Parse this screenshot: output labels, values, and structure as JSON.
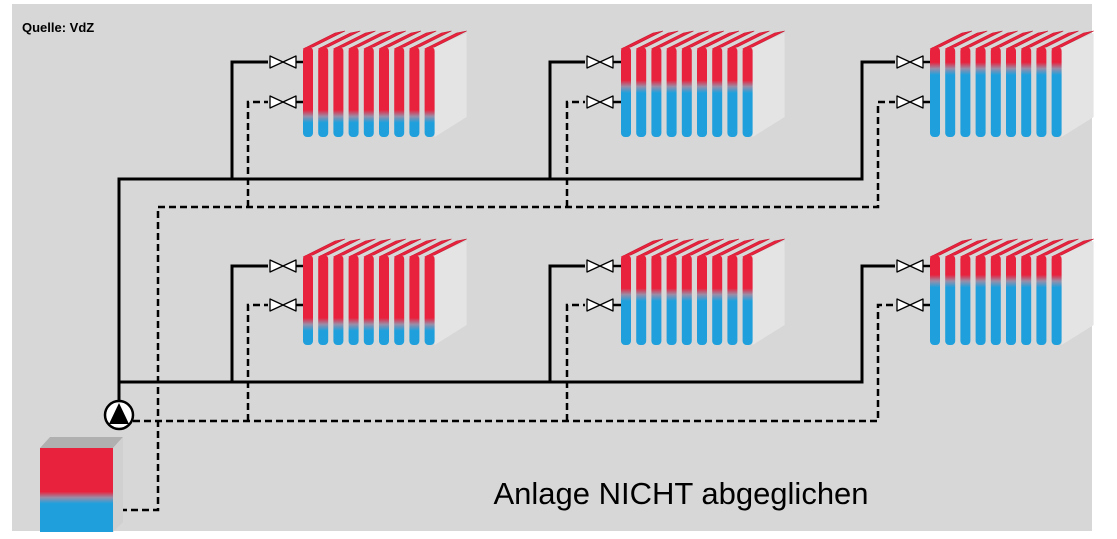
{
  "source_label": "Quelle: VdZ",
  "caption": "Anlage NICHT abgeglichen",
  "colors": {
    "background": "#d7d7d7",
    "hot": "#e8223d",
    "cold": "#1fa0dc",
    "pipe": "#000000",
    "radiator_side": "#e4e4e4"
  },
  "radiators": [
    {
      "id": "upper-left",
      "hot_fraction": 0.78
    },
    {
      "id": "upper-middle",
      "hot_fraction": 0.45
    },
    {
      "id": "upper-right",
      "hot_fraction": 0.25
    },
    {
      "id": "lower-left",
      "hot_fraction": 0.78
    },
    {
      "id": "lower-middle",
      "hot_fraction": 0.45
    },
    {
      "id": "lower-right",
      "hot_fraction": 0.3
    }
  ],
  "boiler": {
    "hot_fraction": 0.6
  }
}
